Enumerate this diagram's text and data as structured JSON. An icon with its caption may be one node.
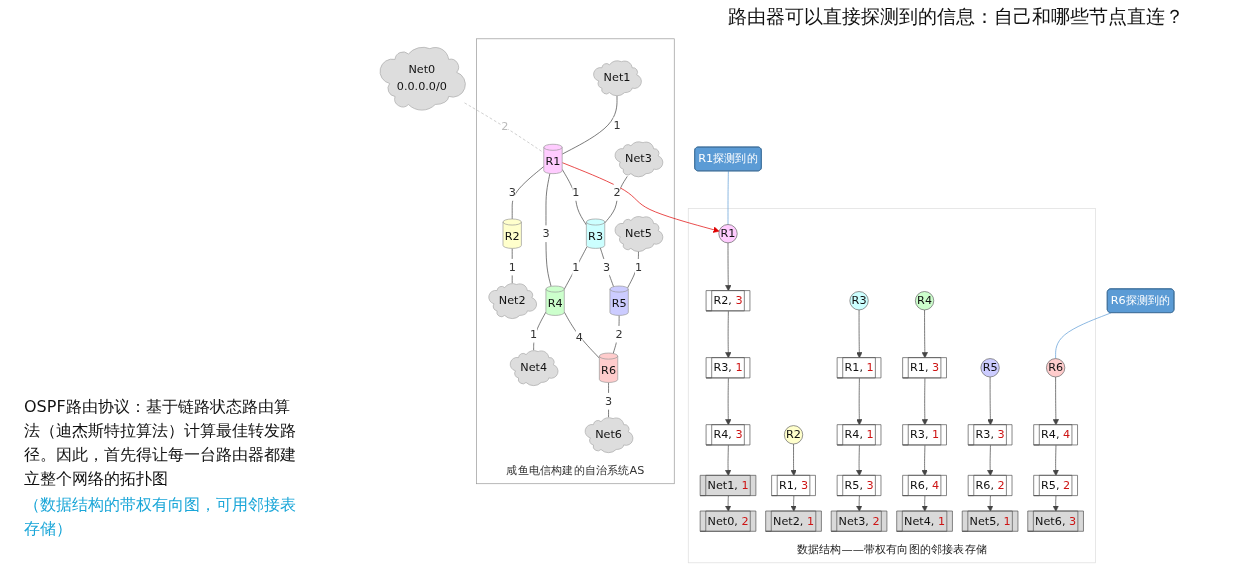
{
  "diagram": {
    "title": "路由器可以直接探测到的信息：自己和哪些节点直连？",
    "nodes": [
      {
        "text": [
          "Net0",
          "0.0.0.0/0"
        ]
      },
      {
        "text": [
          "咸鱼电信构建的自治系统AS"
        ]
      },
      {
        "text": [
          "Net1"
        ],
        "in": 1
      },
      {
        "text": [
          "R1"
        ],
        "in": 1
      },
      {
        "text": [
          "R2"
        ],
        "in": 1
      },
      {
        "text": [
          "Net2"
        ],
        "in": 1
      },
      {
        "text": [
          "Net3"
        ],
        "in": 1
      },
      {
        "text": [
          "R3"
        ],
        "in": 1
      },
      {
        "text": [
          "R4"
        ],
        "in": 1
      },
      {
        "text": [
          "Net4"
        ],
        "in": 1
      },
      {
        "text": [
          "Net5"
        ],
        "in": 1
      },
      {
        "text": [
          "R5"
        ],
        "in": 1
      },
      {
        "text": [
          "R6"
        ],
        "in": 1
      },
      {
        "text": [
          "Net6"
        ],
        "in": 1
      },
      {
        "text": [
          "数据结构——带权有向图的邻接表存储"
        ]
      },
      {
        "text": [
          "R1探测到的"
        ]
      },
      {
        "text": [
          "R1"
        ],
        "in": 14
      },
      {
        "text": [
          "R2, 3"
        ],
        "in": 14
      },
      {
        "text": [
          "R3, 1"
        ],
        "in": 14
      },
      {
        "text": [
          "R4, 3"
        ],
        "in": 14
      },
      {
        "text": [
          "Net1, 1"
        ],
        "in": 14
      },
      {
        "text": [
          "Net0, 2"
        ],
        "in": 14
      },
      {
        "text": [
          "R2"
        ],
        "in": 14
      },
      {
        "text": [
          "R1, 3"
        ],
        "in": 14
      },
      {
        "text": [
          "Net2, 1"
        ],
        "in": 14
      },
      {
        "text": [
          "R3"
        ],
        "in": 14
      },
      {
        "text": [
          "R1, 1"
        ],
        "in": 14
      },
      {
        "text": [
          "R4, 1"
        ],
        "in": 14
      },
      {
        "text": [
          "R5, 3"
        ],
        "in": 14
      },
      {
        "text": [
          "Net3, 2"
        ],
        "in": 14
      },
      {
        "text": [
          "R4"
        ],
        "in": 14
      },
      {
        "text": [
          "R1, 3"
        ],
        "in": 14
      },
      {
        "text": [
          "R3, 1"
        ],
        "in": 14
      },
      {
        "text": [
          "R6, 4"
        ],
        "in": 14
      },
      {
        "text": [
          "Net4, 1"
        ],
        "in": 14
      },
      {
        "text": [
          "R5"
        ],
        "in": 14
      },
      {
        "text": [
          "R3, 3"
        ],
        "in": 14
      },
      {
        "text": [
          "R6, 2"
        ],
        "in": 14
      },
      {
        "text": [
          "Net5, 1"
        ],
        "in": 14
      },
      {
        "text": [
          "R6探测到的"
        ]
      },
      {
        "text": [
          "R6"
        ],
        "in": 14
      },
      {
        "text": [
          "R4, 4"
        ],
        "in": 14
      },
      {
        "text": [
          "R5, 2"
        ],
        "in": 14
      },
      {
        "text": [
          "Net6, 3"
        ],
        "in": 14
      }
    ],
    "edges": [
      {
        "from": 0,
        "to": 3,
        "arrow": "none",
        "label": "2",
        "style": "dashed",
        "color": "#bbbbbb"
      },
      {
        "from": 2,
        "to": 3,
        "arrow": "none",
        "label": "1"
      },
      {
        "from": 3,
        "to": 4,
        "arrow": "none",
        "label": "3"
      },
      {
        "from": 4,
        "to": 5,
        "arrow": "none",
        "label": "1"
      },
      {
        "from": 3,
        "to": 7,
        "arrow": "none",
        "label": "1"
      },
      {
        "from": 3,
        "to": 8,
        "arrow": "none",
        "label": "3"
      },
      {
        "from": 6,
        "to": 7,
        "arrow": "none",
        "label": "2"
      },
      {
        "from": 7,
        "to": 8,
        "arrow": "none",
        "label": "1"
      },
      {
        "from": 8,
        "to": 9,
        "arrow": "none",
        "label": "1"
      },
      {
        "from": 7,
        "to": 11,
        "arrow": "none",
        "label": "3"
      },
      {
        "from": 8,
        "to": 12,
        "arrow": "none",
        "label": "4"
      },
      {
        "from": 10,
        "to": 11,
        "arrow": "none",
        "label": "1"
      },
      {
        "from": 11,
        "to": 12,
        "arrow": "none",
        "label": "2"
      },
      {
        "from": 12,
        "to": 13,
        "arrow": "none",
        "label": "3"
      },
      {
        "from": 3,
        "to": 16,
        "arrow": "to",
        "color": "#e00000"
      },
      {
        "from": 15,
        "to": 16,
        "arrow": "none",
        "color": "#5b9bd5"
      },
      {
        "from": 16,
        "to": 17,
        "arrow": "to"
      },
      {
        "from": 17,
        "to": 18,
        "arrow": "to"
      },
      {
        "from": 18,
        "to": 19,
        "arrow": "to"
      },
      {
        "from": 19,
        "to": 20,
        "arrow": "to"
      },
      {
        "from": 20,
        "to": 21,
        "arrow": "to"
      },
      {
        "from": 22,
        "to": 23,
        "arrow": "to"
      },
      {
        "from": 23,
        "to": 24,
        "arrow": "to"
      },
      {
        "from": 25,
        "to": 26,
        "arrow": "to"
      },
      {
        "from": 26,
        "to": 27,
        "arrow": "to"
      },
      {
        "from": 27,
        "to": 28,
        "arrow": "to"
      },
      {
        "from": 28,
        "to": 29,
        "arrow": "to"
      },
      {
        "from": 30,
        "to": 31,
        "arrow": "to"
      },
      {
        "from": 31,
        "to": 32,
        "arrow": "to"
      },
      {
        "from": 32,
        "to": 33,
        "arrow": "to"
      },
      {
        "from": 33,
        "to": 34,
        "arrow": "to"
      },
      {
        "from": 35,
        "to": 36,
        "arrow": "to"
      },
      {
        "from": 36,
        "to": 37,
        "arrow": "to"
      },
      {
        "from": 37,
        "to": 38,
        "arrow": "to"
      },
      {
        "from": 39,
        "to": 40,
        "arrow": "none",
        "color": "#5b9bd5"
      },
      {
        "from": 40,
        "to": 41,
        "arrow": "to"
      },
      {
        "from": 41,
        "to": 42,
        "arrow": "to"
      },
      {
        "from": 42,
        "to": 43,
        "arrow": "to"
      }
    ],
    "labels": [
      "OSPF路由协议：基于链路状态路由算法（迪杰斯特拉算法）计算最佳转发路径。因此，首先得让每一台路由器都建立整个网络的拓扑图",
      "（数据结构的带权有向图，可用邻接表存储）"
    ]
  }
}
